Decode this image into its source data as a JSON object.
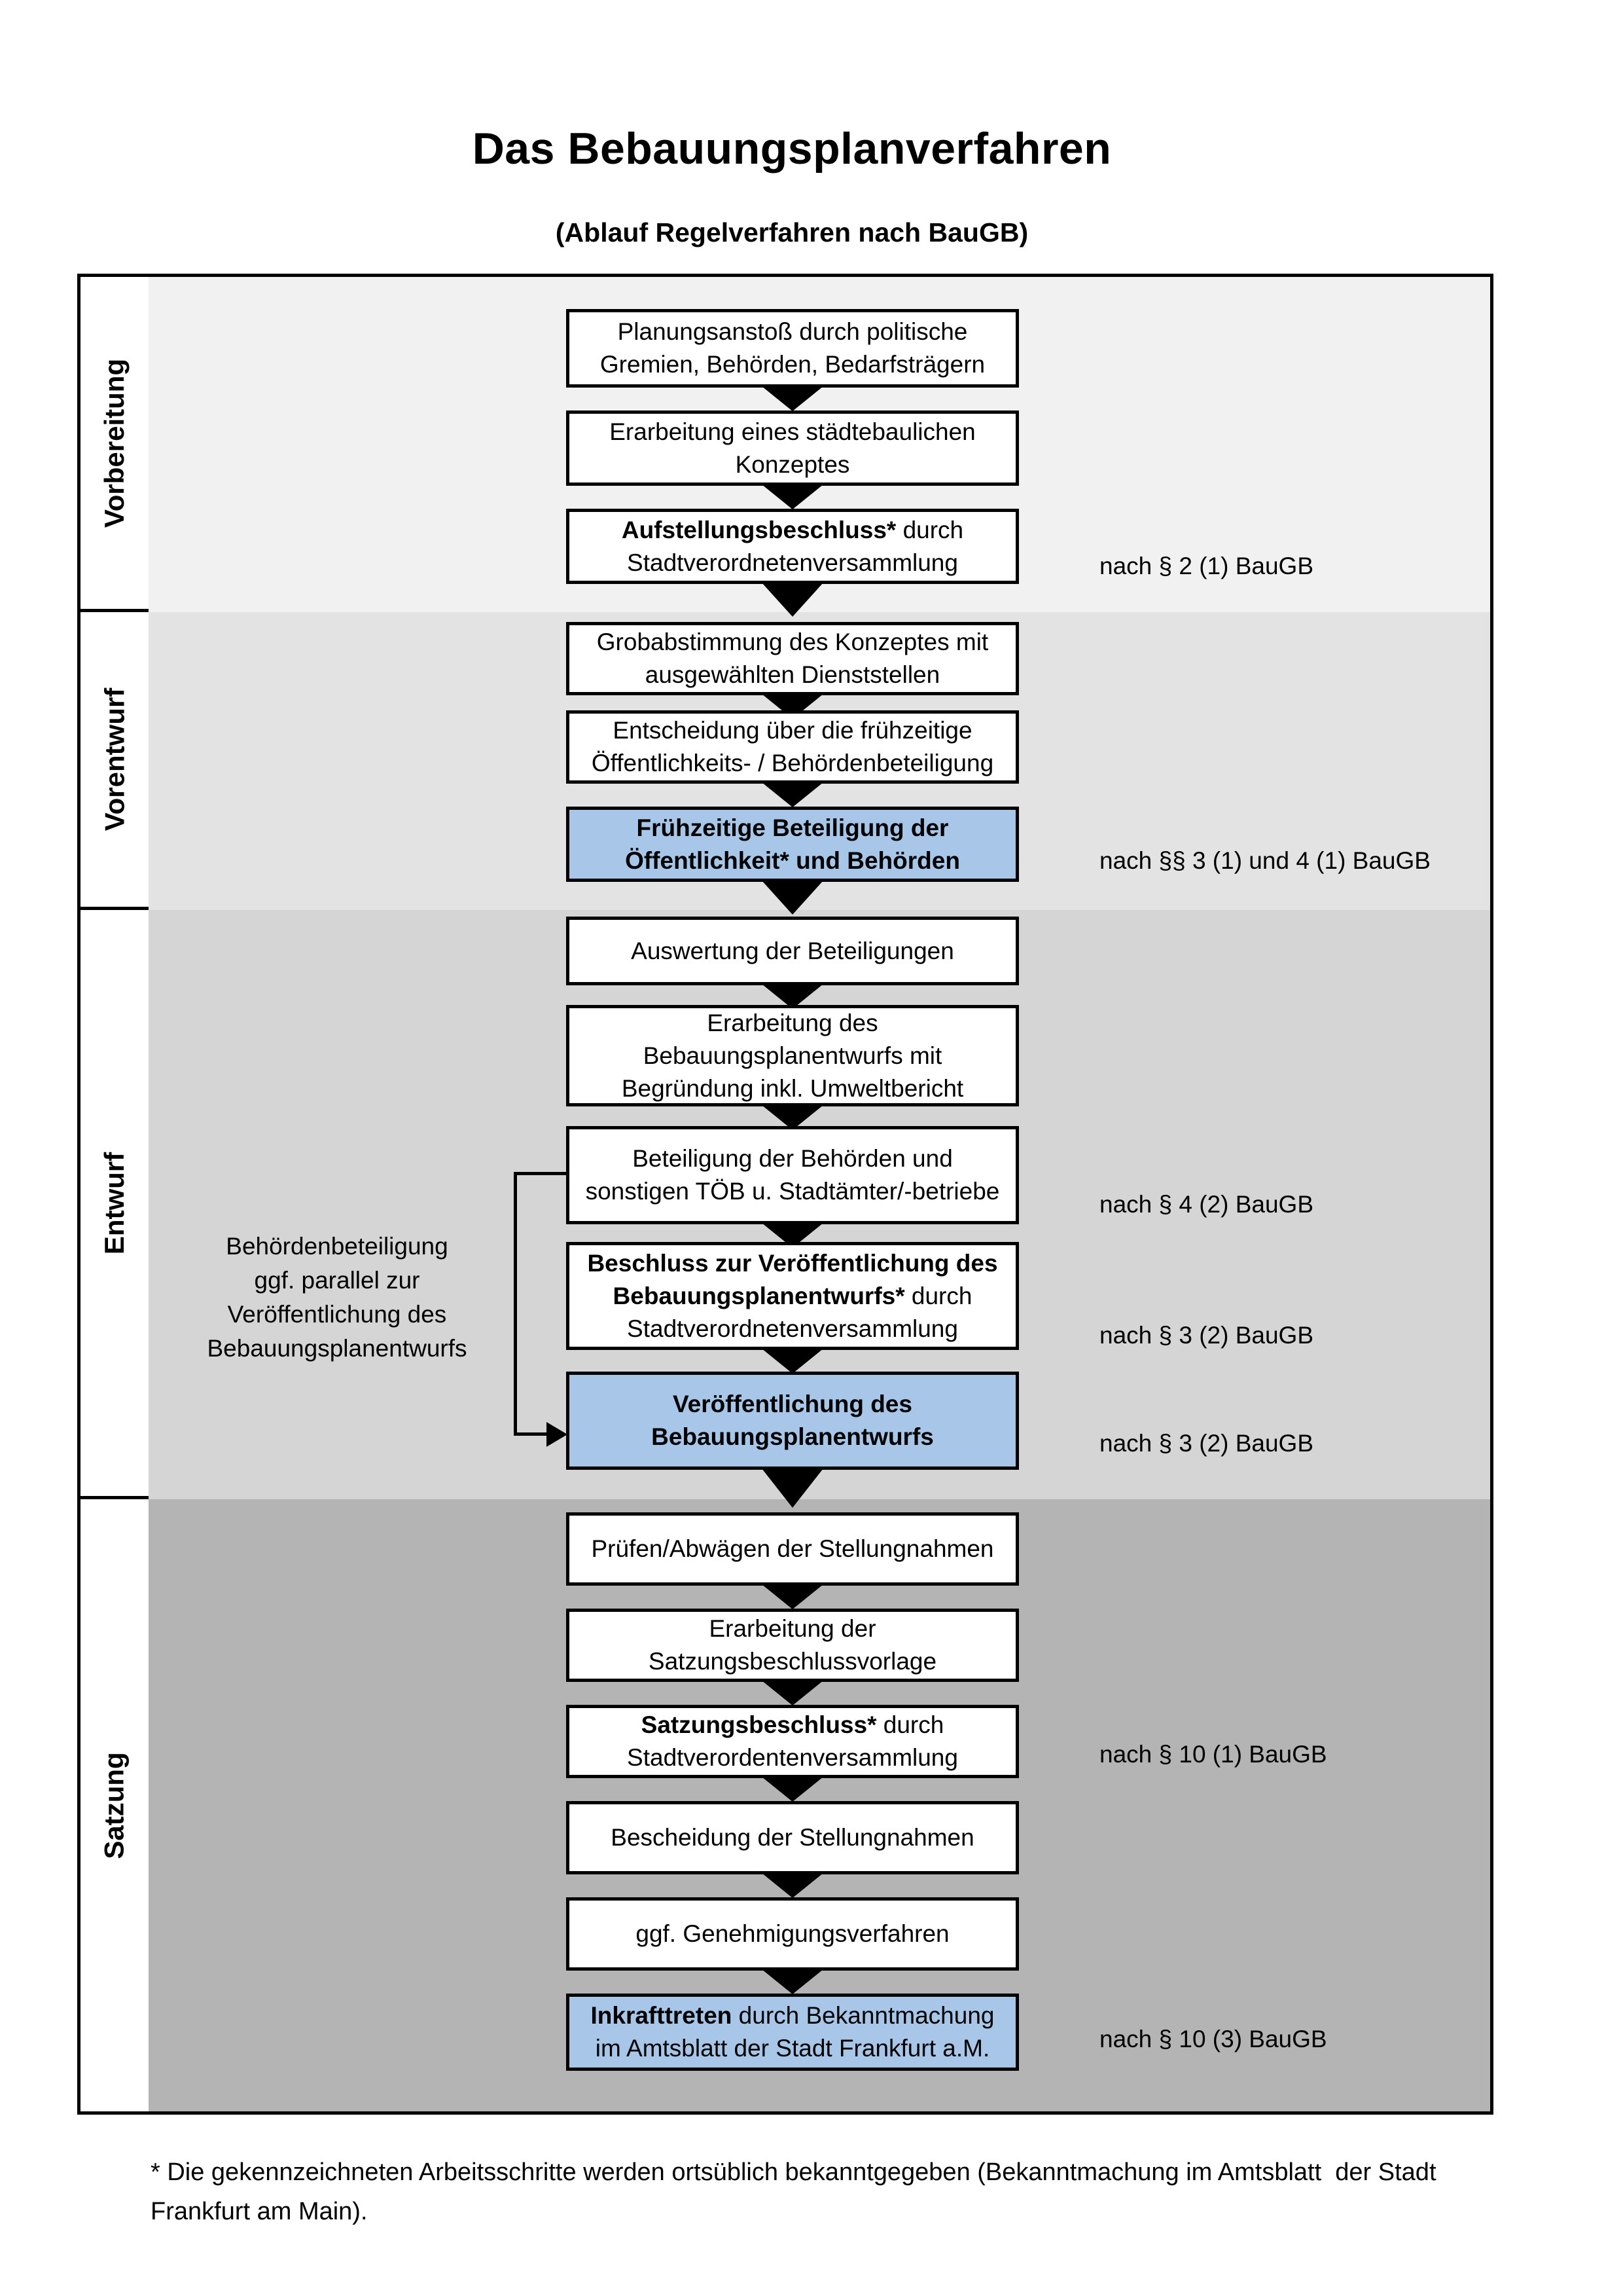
{
  "title": "Das Bebauungsplanverfahren",
  "subtitle": "(Ablauf Regelverfahren nach BauGB)",
  "phases": [
    {
      "label": "Vorbereitung",
      "background": "#f1f1f1"
    },
    {
      "label": "Vorentwurf",
      "background": "#e3e3e3"
    },
    {
      "label": "Entwurf",
      "background": "#d5d5d5"
    },
    {
      "label": "Satzung",
      "background": "#b4b4b4"
    }
  ],
  "steps": [
    {
      "lines": [
        [
          {
            "text": "Planungsanstoß durch politische",
            "bold": false
          }
        ],
        [
          {
            "text": "Gremien, Behörden, Bedarfsträgern",
            "bold": false
          }
        ]
      ],
      "highlight": false,
      "law": ""
    },
    {
      "lines": [
        [
          {
            "text": "Erarbeitung eines städtebaulichen",
            "bold": false
          }
        ],
        [
          {
            "text": "Konzeptes",
            "bold": false
          }
        ]
      ],
      "highlight": false,
      "law": ""
    },
    {
      "lines": [
        [
          {
            "text": "Aufstellungsbeschluss*",
            "bold": true
          },
          {
            "text": " durch",
            "bold": false
          }
        ],
        [
          {
            "text": "Stadtverordnetenversammlung",
            "bold": false
          }
        ]
      ],
      "highlight": false,
      "law": "nach § 2 (1) BauGB"
    },
    {
      "lines": [
        [
          {
            "text": "Grobabstimmung des Konzeptes mit",
            "bold": false
          }
        ],
        [
          {
            "text": "ausgewählten Dienststellen",
            "bold": false
          }
        ]
      ],
      "highlight": false,
      "law": ""
    },
    {
      "lines": [
        [
          {
            "text": "Entscheidung über die frühzeitige",
            "bold": false
          }
        ],
        [
          {
            "text": "Öffentlichkeits- / Behördenbeteiligung",
            "bold": false
          }
        ]
      ],
      "highlight": false,
      "law": ""
    },
    {
      "lines": [
        [
          {
            "text": "Frühzeitige Beteiligung der",
            "bold": true
          }
        ],
        [
          {
            "text": "Öffentlichkeit* und Behörden",
            "bold": true
          }
        ]
      ],
      "highlight": true,
      "law": "nach §§ 3 (1) und 4 (1) BauGB"
    },
    {
      "lines": [
        [
          {
            "text": "Auswertung der Beteiligungen",
            "bold": false
          }
        ]
      ],
      "highlight": false,
      "law": ""
    },
    {
      "lines": [
        [
          {
            "text": "Erarbeitung des",
            "bold": false
          }
        ],
        [
          {
            "text": "Bebauungsplanentwurfs mit",
            "bold": false
          }
        ],
        [
          {
            "text": "Begründung inkl. Umweltbericht",
            "bold": false
          }
        ]
      ],
      "highlight": false,
      "law": ""
    },
    {
      "lines": [
        [
          {
            "text": "Beteiligung der Behörden und",
            "bold": false
          }
        ],
        [
          {
            "text": "sonstigen TÖB u. Stadtämter/-betriebe",
            "bold": false
          }
        ]
      ],
      "highlight": false,
      "law": "nach § 4 (2) BauGB"
    },
    {
      "lines": [
        [
          {
            "text": "Beschluss zur Veröffentlichung des",
            "bold": true
          }
        ],
        [
          {
            "text": "Bebauungsplanentwurfs*",
            "bold": true
          },
          {
            "text": " durch",
            "bold": false
          }
        ],
        [
          {
            "text": "Stadtverordnetenversammlung",
            "bold": false
          }
        ]
      ],
      "highlight": false,
      "law": "nach § 3 (2) BauGB"
    },
    {
      "lines": [
        [
          {
            "text": "Veröffentlichung des",
            "bold": true
          }
        ],
        [
          {
            "text": "Bebauungsplanentwurfs",
            "bold": true
          }
        ]
      ],
      "highlight": true,
      "law": "nach § 3 (2) BauGB"
    },
    {
      "lines": [
        [
          {
            "text": "Prüfen/Abwägen der Stellungnahmen",
            "bold": false
          }
        ]
      ],
      "highlight": false,
      "law": ""
    },
    {
      "lines": [
        [
          {
            "text": "Erarbeitung der",
            "bold": false
          }
        ],
        [
          {
            "text": "Satzungsbeschlussvorlage",
            "bold": false
          }
        ]
      ],
      "highlight": false,
      "law": ""
    },
    {
      "lines": [
        [
          {
            "text": "Satzungsbeschluss*",
            "bold": true
          },
          {
            "text": " durch",
            "bold": false
          }
        ],
        [
          {
            "text": "Stadtverordentenversammlung",
            "bold": false
          }
        ]
      ],
      "highlight": false,
      "law": "nach § 10 (1) BauGB"
    },
    {
      "lines": [
        [
          {
            "text": "Bescheidung der Stellungnahmen",
            "bold": false
          }
        ]
      ],
      "highlight": false,
      "law": ""
    },
    {
      "lines": [
        [
          {
            "text": "ggf. Genehmigungsverfahren",
            "bold": false
          }
        ]
      ],
      "highlight": false,
      "law": ""
    },
    {
      "lines": [
        [
          {
            "text": "Inkrafttreten",
            "bold": true
          },
          {
            "text": " durch Bekanntmachung",
            "bold": false
          }
        ],
        [
          {
            "text": "im Amtsblatt der Stadt Frankfurt a.M.",
            "bold": false
          }
        ]
      ],
      "highlight": true,
      "law": "nach § 10 (3) BauGB"
    }
  ],
  "side_note": {
    "lines": [
      "Behördenbeteiligung",
      "ggf. parallel zur",
      "Veröffentlichung des",
      "Bebauungsplanentwurfs"
    ]
  },
  "footnote": {
    "lines": [
      "* Die gekennzeichneten Arbeitsschritte werden ortsüblich bekanntgegeben (Bekanntmachung im Amtsblatt  der Stadt",
      "Frankfurt am Main)."
    ]
  },
  "colors": {
    "highlight_blue": "#a8c7e8",
    "border": "#000000",
    "phase_label_background": "#ffffff"
  }
}
